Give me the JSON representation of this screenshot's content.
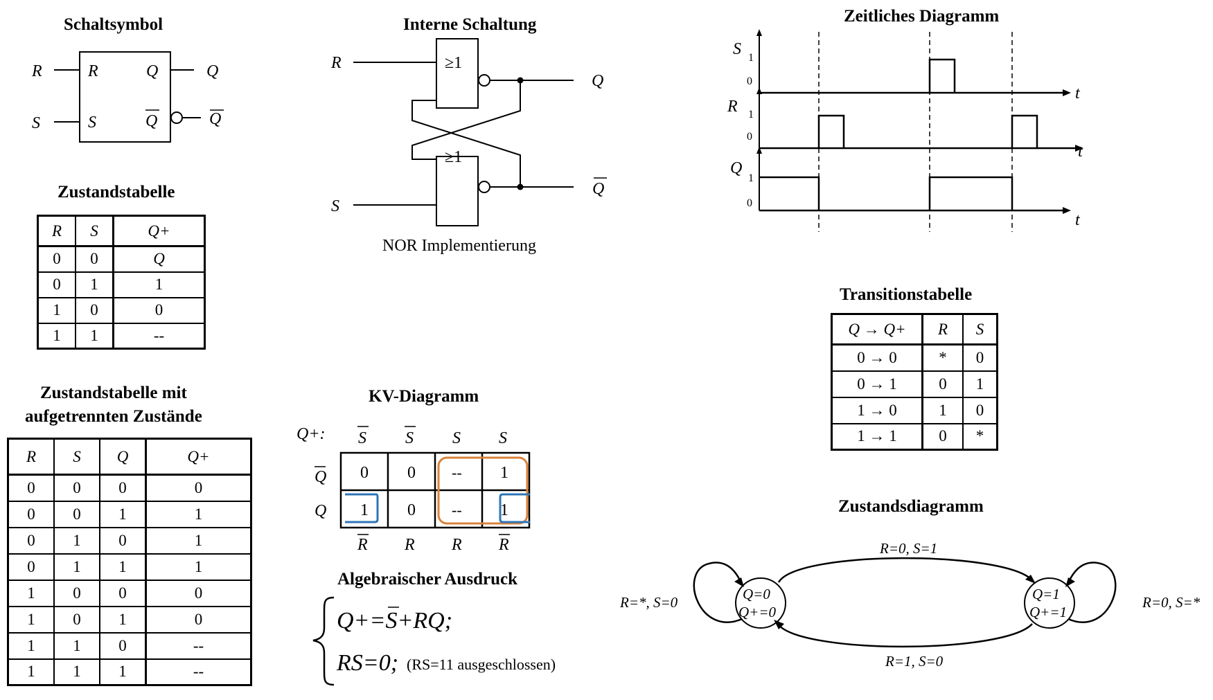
{
  "schaltsymbol": {
    "title": "Schaltsymbol",
    "in_r": "R",
    "in_s": "S",
    "box_r": "R",
    "box_s": "S",
    "box_q": "Q",
    "box_qbar": "Q",
    "out_q": "Q",
    "out_qbar": "Q"
  },
  "schaltung": {
    "title": "Interne Schaltung",
    "in_r": "R",
    "in_s": "S",
    "gate_top": "≥1",
    "gate_bottom": "≥1",
    "out_q": "Q",
    "out_qbar": "Q",
    "caption": "NOR Implementierung"
  },
  "zeitdiagramm": {
    "title": "Zeitliches Diagramm",
    "signals": [
      {
        "name": "S",
        "high": "1",
        "low": "0",
        "axis": "t"
      },
      {
        "name": "R",
        "high": "1",
        "low": "0",
        "axis": "t"
      },
      {
        "name": "Q",
        "high": "1",
        "low": "0",
        "axis": "t"
      }
    ]
  },
  "zustandstabelle": {
    "title": "Zustandstabelle",
    "headers": [
      "R",
      "S",
      "Q+"
    ],
    "rows": [
      [
        "0",
        "0",
        "Q"
      ],
      [
        "0",
        "1",
        "1"
      ],
      [
        "1",
        "0",
        "0"
      ],
      [
        "1",
        "1",
        "--"
      ]
    ]
  },
  "transitionstabelle": {
    "title": "Transitionstabelle",
    "headers": [
      "Q → Q+",
      "R",
      "S"
    ],
    "rows": [
      [
        "0 → 0",
        "*",
        "0"
      ],
      [
        "0 → 1",
        "0",
        "1"
      ],
      [
        "1 → 0",
        "1",
        "0"
      ],
      [
        "1 → 1",
        "0",
        "*"
      ]
    ]
  },
  "aufgetrennt": {
    "title_line1": "Zustandstabelle mit",
    "title_line2": "aufgetrennten Zustände",
    "headers": [
      "R",
      "S",
      "Q",
      "Q+"
    ],
    "rows": [
      [
        "0",
        "0",
        "0",
        "0"
      ],
      [
        "0",
        "0",
        "1",
        "1"
      ],
      [
        "0",
        "1",
        "0",
        "1"
      ],
      [
        "0",
        "1",
        "1",
        "1"
      ],
      [
        "1",
        "0",
        "0",
        "0"
      ],
      [
        "1",
        "0",
        "1",
        "0"
      ],
      [
        "1",
        "1",
        "0",
        "--"
      ],
      [
        "1",
        "1",
        "1",
        "--"
      ]
    ]
  },
  "kv": {
    "title": "KV-Diagramm",
    "label": "Q+:",
    "col_headers": [
      "S",
      "S",
      "S",
      "S"
    ],
    "row_headers": [
      "Q",
      "Q"
    ],
    "bottom_headers": [
      "R",
      "R",
      "R",
      "R"
    ],
    "cells": [
      [
        "0",
        "0",
        "--",
        "1"
      ],
      [
        "1",
        "0",
        "--",
        "1"
      ]
    ],
    "colors": {
      "orange": "#d9823b",
      "blue": "#2e75b6"
    }
  },
  "algebra": {
    "title": "Algebraischer Ausdruck",
    "eq1": "Q+=S+RQ;",
    "eq2": "RS=0;",
    "note": "(RS=11 ausgeschlossen)"
  },
  "zustandsdiagramm": {
    "title": "Zustandsdiagramm",
    "state0_line1": "Q=0",
    "state0_line2": "Q+=0",
    "state1_line1": "Q=1",
    "state1_line2": "Q+=1",
    "edge_top": "R=0, S=1",
    "edge_bottom": "R=1, S=0",
    "loop_left": "R=*, S=0",
    "loop_right": "R=0, S=*"
  }
}
